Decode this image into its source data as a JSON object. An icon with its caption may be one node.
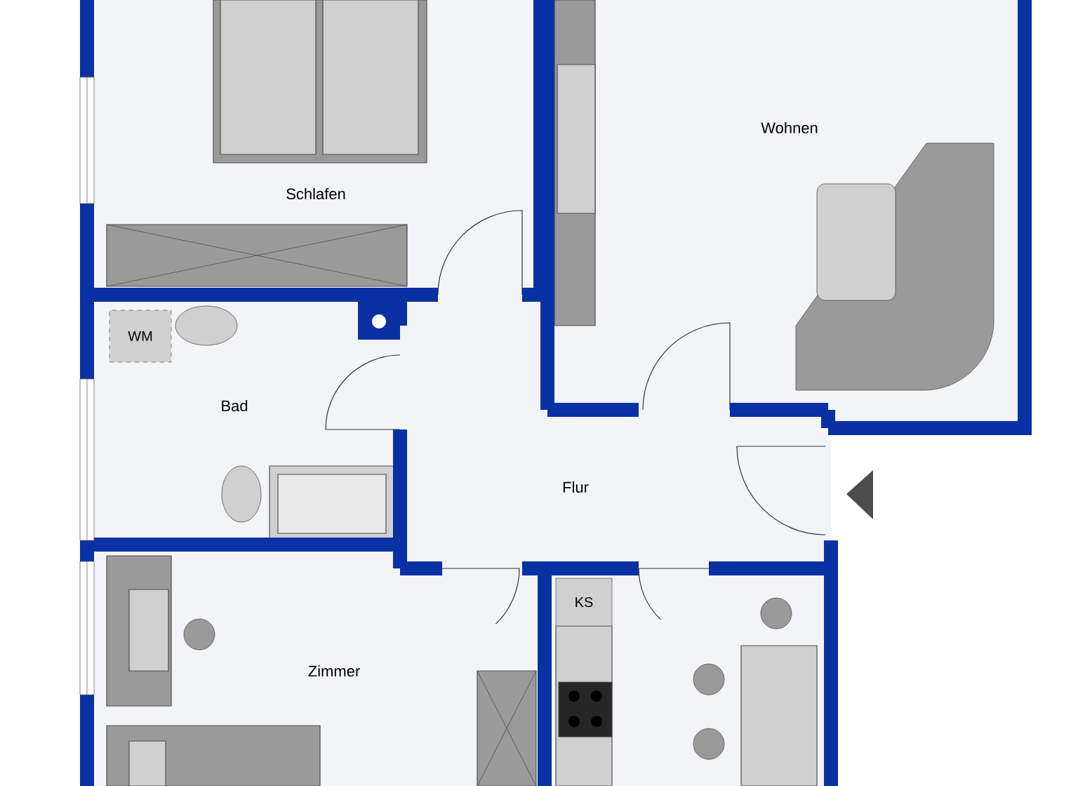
{
  "diagram": {
    "nodes": [
      {
        "text": [
          "Schlafen"
        ]
      },
      {
        "text": [
          "Wohnen"
        ]
      },
      {
        "text": [
          "Bad"
        ]
      },
      {
        "text": [
          "WM"
        ]
      },
      {
        "text": [
          "Flur"
        ]
      },
      {
        "text": [
          "Zimmer"
        ]
      },
      {
        "text": [
          "KS"
        ]
      }
    ]
  }
}
